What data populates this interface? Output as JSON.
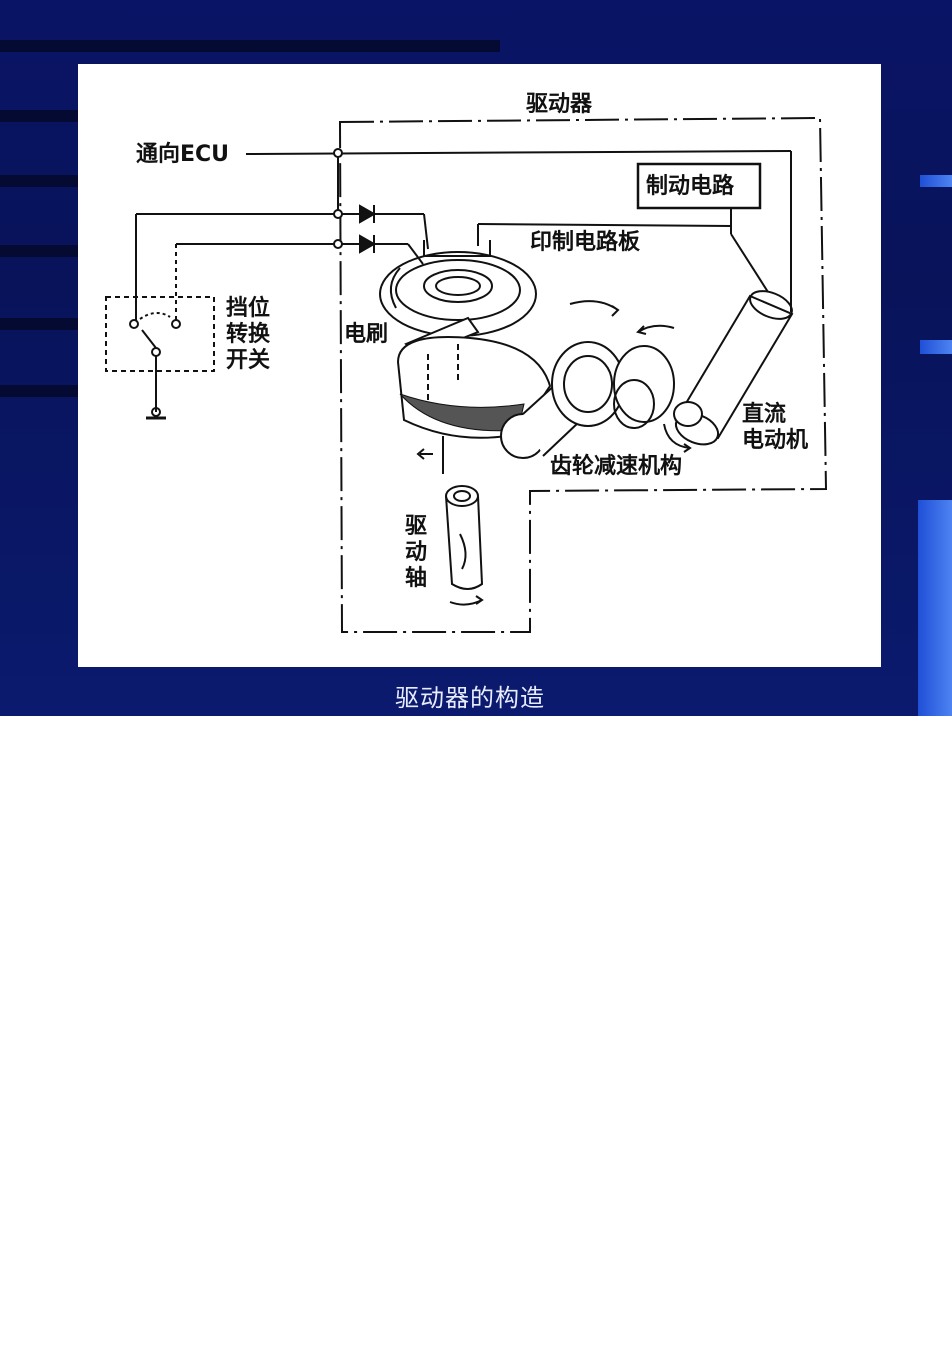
{
  "diagram": {
    "labels": {
      "driver": "驱动器",
      "to_ecu": "通向ECU",
      "brake_circuit": "制动电路",
      "pcb": "印制电路板",
      "gear_switch_1": "挡位",
      "gear_switch_2": "转换",
      "gear_switch_3": "开关",
      "brush": "电刷",
      "dc_motor_1": "直流",
      "dc_motor_2": "电动机",
      "gear_reducer": "齿轮减速机构",
      "drive_shaft": "驱动轴"
    }
  },
  "caption": "驱动器的构造",
  "colors": {
    "background": "#0a1466",
    "accent": "#3a6fe8",
    "ink": "#111111"
  }
}
